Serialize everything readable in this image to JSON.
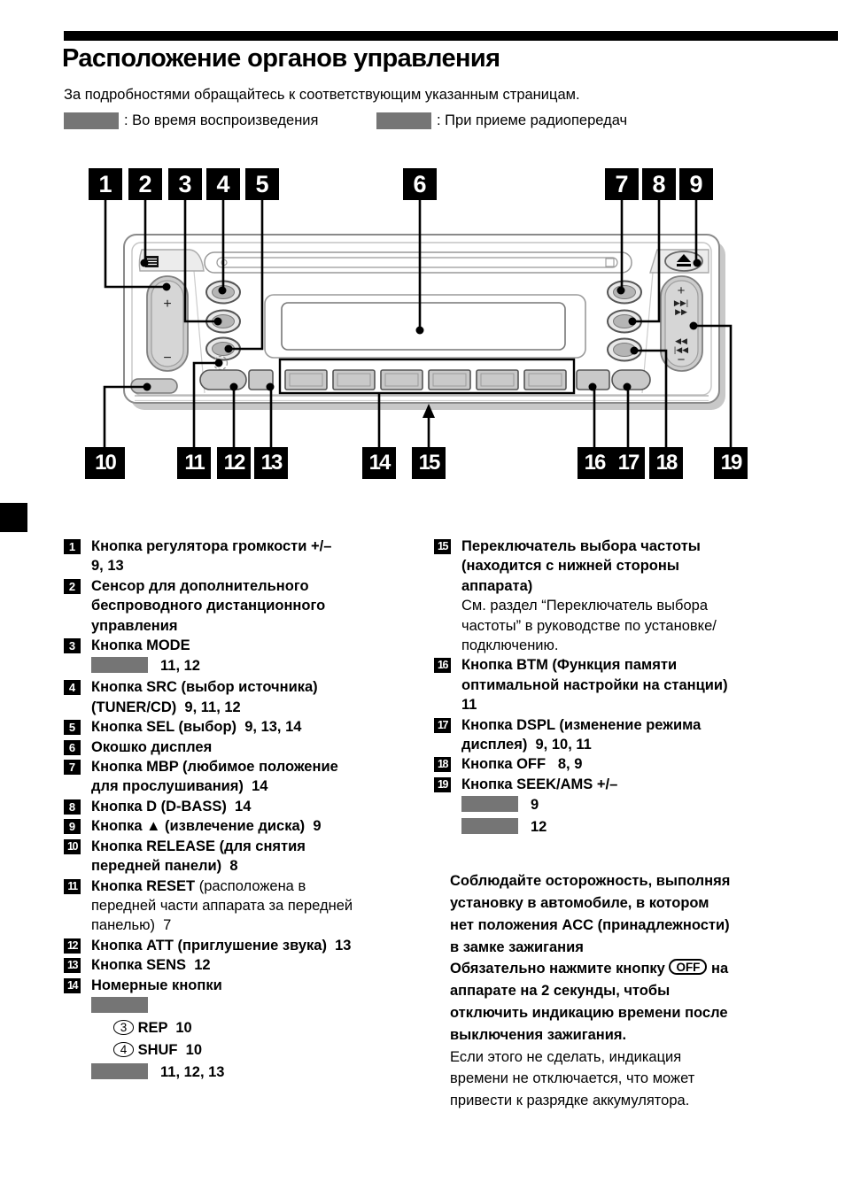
{
  "page": {
    "title": "Расположение органов управления",
    "intro": "За подробностями обращайтесь к соответствующим указанным страницам.",
    "legend": [
      {
        "label": ": Во время воспроизведения"
      },
      {
        "label": ": При приеме радиопередач"
      }
    ]
  },
  "diagram": {
    "callouts": [
      "1",
      "2",
      "3",
      "4",
      "5",
      "6",
      "7",
      "8",
      "9",
      "10",
      "11",
      "12",
      "13",
      "14",
      "15",
      "16",
      "17",
      "18",
      "19"
    ],
    "rocker_left": {
      "plus": "+",
      "minus": "−"
    },
    "rocker_right": {
      "plus": "+",
      "next": "▶▶|",
      "ff": "▶▶",
      "rew": "◀◀",
      "prev": "|◀◀",
      "minus": "−"
    },
    "icons": {
      "eject": "⏏",
      "remote_sensor": "remote-sensor"
    }
  },
  "items_left": [
    {
      "n": "1",
      "lines": [
        {
          "segs": [
            {
              "t": "b",
              "v": "Кнопка регулятора громкости +/–"
            }
          ]
        },
        {
          "segs": [
            {
              "t": "b",
              "v": "9, 13"
            }
          ]
        }
      ]
    },
    {
      "n": "2",
      "lines": [
        {
          "segs": [
            {
              "t": "b",
              "v": "Сенсор для дополнительного"
            }
          ]
        },
        {
          "segs": [
            {
              "t": "b",
              "v": "беспроводного дистанционного"
            }
          ]
        },
        {
          "segs": [
            {
              "t": "b",
              "v": "управления"
            }
          ]
        }
      ]
    },
    {
      "n": "3",
      "lines": [
        {
          "segs": [
            {
              "t": "b",
              "v": "Кнопка MODE"
            }
          ]
        },
        {
          "segs": [
            {
              "t": "box"
            },
            {
              "t": "b",
              "v": "11, 12"
            }
          ]
        }
      ]
    },
    {
      "n": "4",
      "lines": [
        {
          "segs": [
            {
              "t": "b",
              "v": "Кнопка SRC (выбор источника)"
            }
          ]
        },
        {
          "segs": [
            {
              "t": "b",
              "v": "(TUNER/CD)  9, 11, 12"
            }
          ]
        }
      ]
    },
    {
      "n": "5",
      "lines": [
        {
          "segs": [
            {
              "t": "b",
              "v": "Кнопка SEL (выбор)  9, 13, 14"
            }
          ]
        }
      ]
    },
    {
      "n": "6",
      "lines": [
        {
          "segs": [
            {
              "t": "b",
              "v": "Окошко дисплея"
            }
          ]
        }
      ]
    },
    {
      "n": "7",
      "lines": [
        {
          "segs": [
            {
              "t": "b",
              "v": "Кнопка MBP (любимое положение"
            }
          ]
        },
        {
          "segs": [
            {
              "t": "b",
              "v": "для прослушивания)  14"
            }
          ]
        }
      ]
    },
    {
      "n": "8",
      "lines": [
        {
          "segs": [
            {
              "t": "b",
              "v": "Кнопка D (D-BASS)  14"
            }
          ]
        }
      ]
    },
    {
      "n": "9",
      "lines": [
        {
          "segs": [
            {
              "t": "b",
              "v": "Кнопка ▲ (извлечение диска)  9"
            }
          ]
        }
      ]
    },
    {
      "n": "10",
      "lines": [
        {
          "segs": [
            {
              "t": "b",
              "v": "Кнопка RELEASE (для снятия"
            }
          ]
        },
        {
          "segs": [
            {
              "t": "b",
              "v": "передней панели)  8"
            }
          ]
        }
      ]
    },
    {
      "n": "11",
      "lines": [
        {
          "segs": [
            {
              "t": "b",
              "v": "Кнопка RESET"
            },
            {
              "t": "r",
              "v": " (расположена в"
            }
          ]
        },
        {
          "segs": [
            {
              "t": "r",
              "v": "передней части аппарата за передней"
            }
          ]
        },
        {
          "segs": [
            {
              "t": "r",
              "v": "панелью)  7"
            }
          ]
        }
      ]
    },
    {
      "n": "12",
      "lines": [
        {
          "segs": [
            {
              "t": "b",
              "v": "Кнопка ATT (приглушение звука)  13"
            }
          ]
        }
      ]
    },
    {
      "n": "13",
      "lines": [
        {
          "segs": [
            {
              "t": "b",
              "v": "Кнопка SENS  12"
            }
          ]
        }
      ]
    },
    {
      "n": "14",
      "lines": [
        {
          "segs": [
            {
              "t": "b",
              "v": "Номерные кнопки"
            }
          ]
        },
        {
          "segs": [
            {
              "t": "box"
            }
          ]
        },
        {
          "ind": 25,
          "segs": [
            {
              "t": "oval",
              "v": "3"
            },
            {
              "t": "b",
              "v": " REP  10"
            }
          ]
        },
        {
          "ind": 25,
          "segs": [
            {
              "t": "oval",
              "v": "4"
            },
            {
              "t": "b",
              "v": " SHUF  10"
            }
          ]
        },
        {
          "segs": [
            {
              "t": "box"
            },
            {
              "t": "b",
              "v": "11, 12, 13"
            }
          ]
        }
      ]
    }
  ],
  "items_right": [
    {
      "n": "15",
      "lines": [
        {
          "segs": [
            {
              "t": "b",
              "v": "Переключатель выбора частоты"
            }
          ]
        },
        {
          "segs": [
            {
              "t": "b",
              "v": "(находится с нижней стороны"
            }
          ]
        },
        {
          "segs": [
            {
              "t": "b",
              "v": "аппарата)"
            }
          ]
        },
        {
          "segs": [
            {
              "t": "r",
              "v": "См. раздел “Переключатель выбора"
            }
          ]
        },
        {
          "segs": [
            {
              "t": "r",
              "v": "частоты” в руководстве по установке/"
            }
          ]
        },
        {
          "segs": [
            {
              "t": "r",
              "v": "подключению."
            }
          ]
        }
      ]
    },
    {
      "n": "16",
      "lines": [
        {
          "segs": [
            {
              "t": "b",
              "v": "Кнопка BTM (Функция памяти"
            }
          ]
        },
        {
          "segs": [
            {
              "t": "b",
              "v": "оптимальной настройки на станции)"
            }
          ]
        },
        {
          "segs": [
            {
              "t": "b",
              "v": "11"
            }
          ]
        }
      ]
    },
    {
      "n": "17",
      "lines": [
        {
          "segs": [
            {
              "t": "b",
              "v": "Кнопка DSPL (изменение режима"
            }
          ]
        },
        {
          "segs": [
            {
              "t": "b",
              "v": "дисплея)  9, 10, 11"
            }
          ]
        }
      ]
    },
    {
      "n": "18",
      "lines": [
        {
          "segs": [
            {
              "t": "b",
              "v": "Кнопка OFF   8, 9"
            }
          ]
        }
      ]
    },
    {
      "n": "19",
      "lines": [
        {
          "segs": [
            {
              "t": "b",
              "v": "Кнопка SEEK/AMS +/–"
            }
          ]
        },
        {
          "segs": [
            {
              "t": "box"
            },
            {
              "t": "b",
              "v": "9"
            }
          ]
        },
        {
          "segs": [
            {
              "t": "box"
            },
            {
              "t": "b",
              "v": "12"
            }
          ]
        }
      ]
    }
  ],
  "note": {
    "lines": [
      {
        "segs": [
          {
            "t": "b",
            "v": "Соблюдайте осторожность, выполняя"
          }
        ]
      },
      {
        "segs": [
          {
            "t": "b",
            "v": "установку в автомобиле, в котором"
          }
        ]
      },
      {
        "segs": [
          {
            "t": "b",
            "v": "нет положения ACC (принадлежности)"
          }
        ]
      },
      {
        "segs": [
          {
            "t": "b",
            "v": "в замке зажигания"
          }
        ]
      },
      {
        "segs": [
          {
            "t": "b",
            "v": "Обязательно нажмите кнопку "
          },
          {
            "t": "pill",
            "v": "OFF"
          },
          {
            "t": "b",
            "v": " на"
          }
        ]
      },
      {
        "segs": [
          {
            "t": "b",
            "v": "аппарате на 2 секунды, чтобы"
          }
        ]
      },
      {
        "segs": [
          {
            "t": "b",
            "v": "отключить индикацию времени после"
          }
        ]
      },
      {
        "segs": [
          {
            "t": "b",
            "v": "выключения зажигания."
          }
        ]
      },
      {
        "segs": [
          {
            "t": "r",
            "v": "Если этого не сделать, индикация"
          }
        ]
      },
      {
        "segs": [
          {
            "t": "r",
            "v": "времени не отключается, что может"
          }
        ]
      },
      {
        "segs": [
          {
            "t": "r",
            "v": "привести к разрядке аккумулятора."
          }
        ]
      }
    ]
  }
}
